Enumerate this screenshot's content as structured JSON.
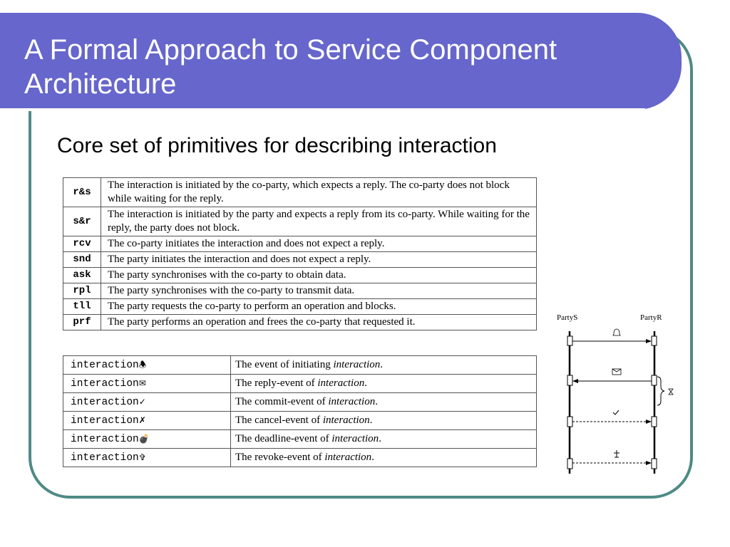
{
  "slide": {
    "title": "A Formal Approach to Service Component Architecture",
    "subtitle": "Core set of primitives for describing interaction"
  },
  "primitives": [
    {
      "code": "r&s",
      "desc": "The interaction is initiated by the co-party, which expects a reply.  The co-party does not block while waiting for the reply."
    },
    {
      "code": "s&r",
      "desc": "The interaction is initiated by the party and expects a reply from its co-party. While waiting for the reply, the party does not block."
    },
    {
      "code": "rcv",
      "desc": "The co-party initiates the interaction and does not expect a reply."
    },
    {
      "code": "snd",
      "desc": "The party initiates the interaction and does not expect a reply."
    },
    {
      "code": "ask",
      "desc": "The party synchronises with the co-party to obtain data."
    },
    {
      "code": "rpl",
      "desc": "The party synchronises with the co-party to transmit data."
    },
    {
      "code": "tll",
      "desc": "The party requests the co-party to perform an operation and blocks."
    },
    {
      "code": "prf",
      "desc": "The party performs an operation and frees the co-party that requested it."
    }
  ],
  "events": [
    {
      "name": "interaction",
      "symbol": "🕭",
      "icon": "bell-icon",
      "prefix": "The event of initiating ",
      "term": "interaction",
      "suffix": "."
    },
    {
      "name": "interaction",
      "symbol": "✉",
      "icon": "envelope-icon",
      "prefix": "The reply-event of ",
      "term": "interaction",
      "suffix": "."
    },
    {
      "name": "interaction",
      "symbol": "✓",
      "icon": "checkmark-icon",
      "prefix": "The commit-event of ",
      "term": "interaction",
      "suffix": "."
    },
    {
      "name": "interaction",
      "symbol": "✗",
      "icon": "cross-icon",
      "prefix": "The cancel-event of ",
      "term": "interaction",
      "suffix": "."
    },
    {
      "name": "interaction",
      "symbol": "💣",
      "icon": "bomb-icon",
      "prefix": "The deadline-event of ",
      "term": "interaction",
      "suffix": "."
    },
    {
      "name": "interaction",
      "symbol": "✞",
      "icon": "cross-revoke-icon",
      "prefix": "The revoke-event of ",
      "term": "interaction",
      "suffix": "."
    }
  ],
  "diagram": {
    "party_s": "PartyS",
    "party_r": "PartyR"
  },
  "colors": {
    "title_bar": "#6666cc",
    "frame": "#4f8a86"
  }
}
